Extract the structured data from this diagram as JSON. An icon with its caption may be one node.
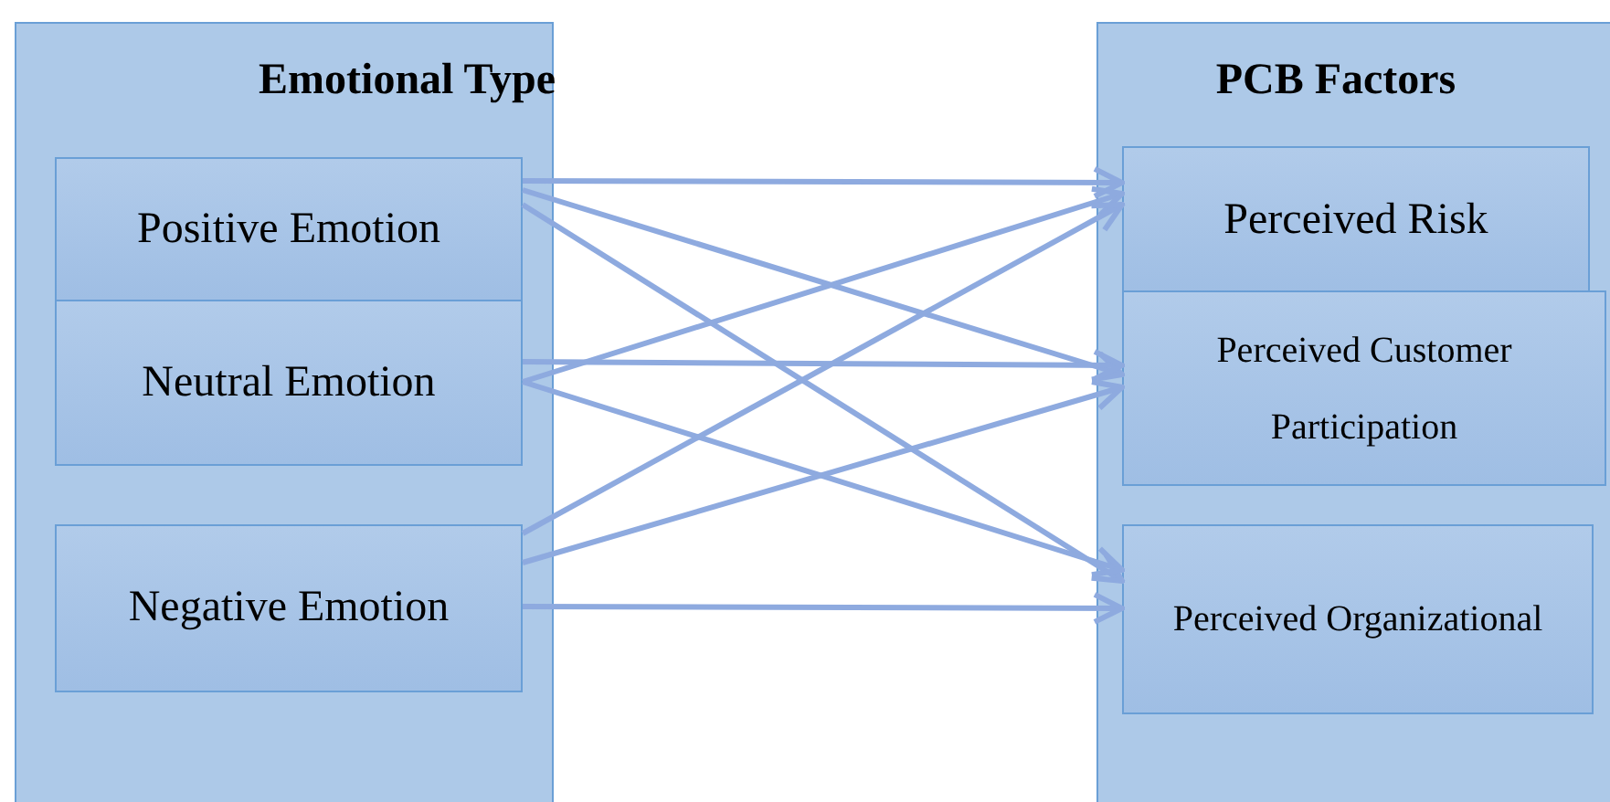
{
  "diagram": {
    "nodes": [
      {
        "text": [
          "Emotional Type"
        ]
      },
      {
        "text": [
          "Positive Emotion"
        ],
        "in": 0
      },
      {
        "text": [
          "Neutral Emotion"
        ],
        "in": 0
      },
      {
        "text": [
          "Negative Emotion"
        ],
        "in": 0
      },
      {
        "text": [
          "PCB Factors"
        ]
      },
      {
        "text": [
          "Perceived Risk"
        ],
        "in": 4
      },
      {
        "text": [
          "Perceived Customer Participation"
        ],
        "in": 4
      },
      {
        "text": [
          "Perceived Organizational"
        ],
        "in": 4
      }
    ],
    "edges": [
      {
        "from": 1,
        "to": 5,
        "arrow": "to"
      },
      {
        "from": 1,
        "to": 6,
        "arrow": "to"
      },
      {
        "from": 1,
        "to": 7,
        "arrow": "to"
      },
      {
        "from": 2,
        "to": 5,
        "arrow": "to"
      },
      {
        "from": 2,
        "to": 6,
        "arrow": "to"
      },
      {
        "from": 2,
        "to": 7,
        "arrow": "to"
      },
      {
        "from": 3,
        "to": 5,
        "arrow": "to"
      },
      {
        "from": 3,
        "to": 6,
        "arrow": "to"
      },
      {
        "from": 3,
        "to": 7,
        "arrow": "to"
      }
    ]
  }
}
